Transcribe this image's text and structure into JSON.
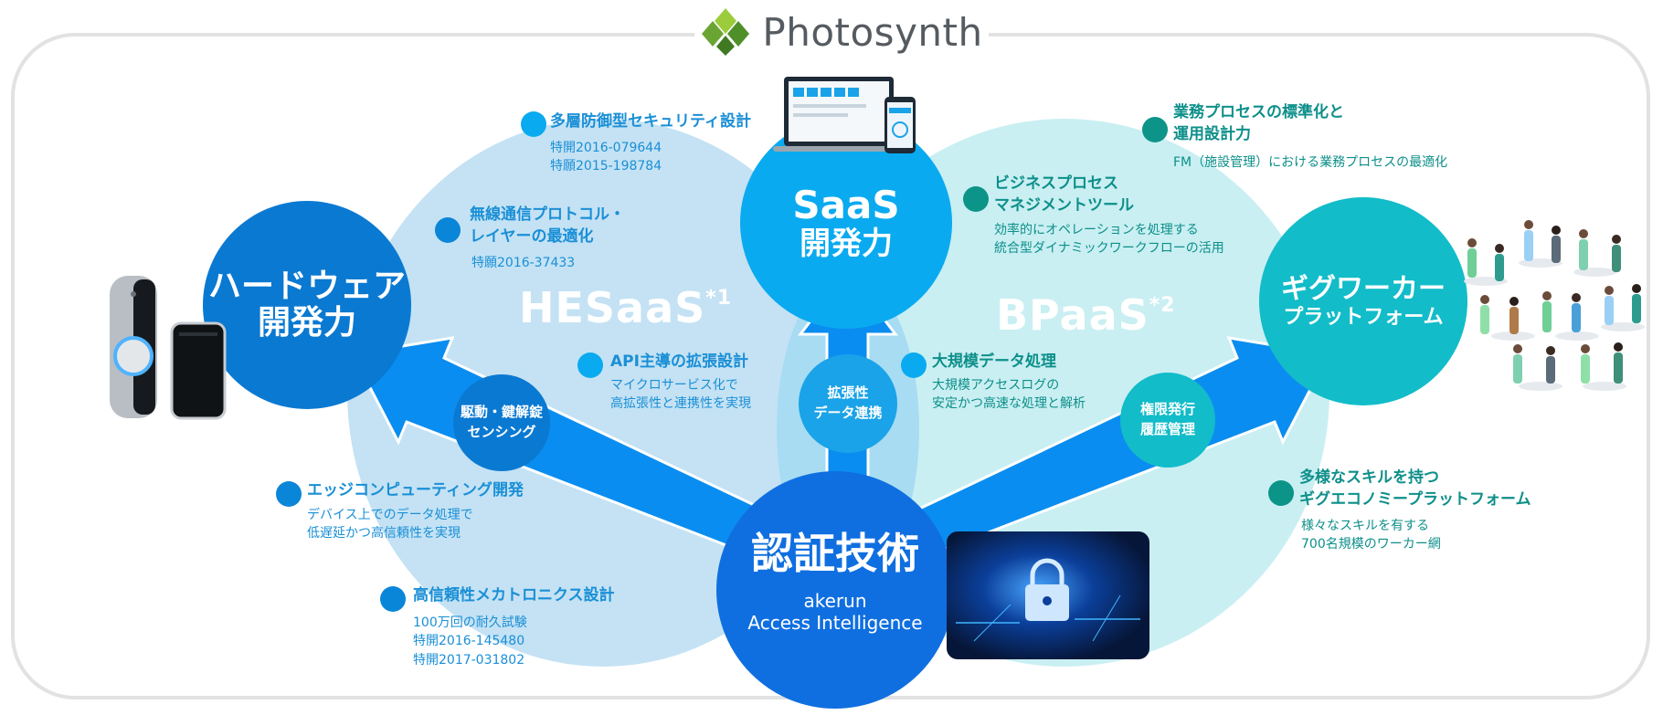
{
  "header": {
    "brand": "Photosynth"
  },
  "center": {
    "title": "認証技術",
    "brand_small": "akerun",
    "brand_line": "Access Intelligence"
  },
  "hardware": {
    "line1": "ハードウェア",
    "line2": "開発力"
  },
  "saas": {
    "line1": "SaaS",
    "line2": "開発力"
  },
  "gig": {
    "line1": "ギグワーカー",
    "line2": "プラットフォーム"
  },
  "hesaas": {
    "name": "HESaaS",
    "note": "*1"
  },
  "bpaas": {
    "name": "BPaaS",
    "note": "*2"
  },
  "connectors": {
    "drive": [
      "駆動・鍵解錠",
      "センシング"
    ],
    "extend": [
      "拡張性",
      "データ連携"
    ],
    "perm": [
      "権限発行",
      "履歴管理"
    ]
  },
  "items": {
    "security": {
      "title": "多層防御型セキュリティ設計",
      "desc": [
        "特開2016-079644",
        "特願2015-198784"
      ]
    },
    "wireless": {
      "title": [
        "無線通信プロトコル・",
        "レイヤーの最適化"
      ],
      "desc": [
        "特願2016-37433"
      ]
    },
    "api": {
      "title": "API主導の拡張設計",
      "desc": [
        "マイクロサービス化で",
        "高拡張性と連携性を実現"
      ]
    },
    "edge": {
      "title": "エッジコンピューティング開発",
      "desc": [
        "デバイス上でのデータ処理で",
        "低遅延かつ高信頼性を実現"
      ]
    },
    "mecha": {
      "title": "高信頼性メカトロニクス設計",
      "desc": [
        "100万回の耐久試験",
        "特開2016-145480",
        "特開2017-031802"
      ]
    },
    "process": {
      "title": [
        "業務プロセスの標準化と",
        "運用設計力"
      ],
      "desc": [
        "FM（施設管理）における業務プロセスの最適化"
      ]
    },
    "bpm": {
      "title": [
        "ビジネスプロセス",
        "マネジメントツール"
      ],
      "desc": [
        "効率的にオペレーションを処理する",
        "統合型ダイナミックワークフローの活用"
      ]
    },
    "bigdata": {
      "title": "大規模データ処理",
      "desc": [
        "大規模アクセスログの",
        "安定かつ高速な処理と解析"
      ]
    },
    "skills": {
      "title": [
        "多様なスキルを持つ",
        "ギグエコノミープラットフォーム"
      ],
      "desc": [
        "様々なスキルを有する",
        "700名規模のワーカー網"
      ]
    }
  },
  "colors": {
    "hesaas_bg": "#c4e2f4",
    "bpaas_bg": "#c9eff2",
    "center_circle": "#0f6fe0",
    "hardware_circle": "#0a79d2",
    "saas_circle": "#0aaaf0",
    "gig_circle": "#12bcc9",
    "blue_dot": "#0a86d8",
    "teal_dot": "#0d9488",
    "arrow": "#0a8df0"
  }
}
